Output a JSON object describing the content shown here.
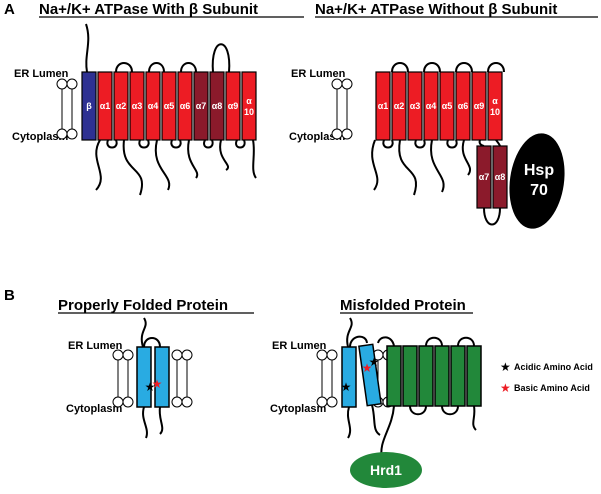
{
  "panel_a": {
    "letter": "A",
    "left_title": "Na+/K+ ATPase With β Subunit",
    "right_title": "Na+/K+ ATPase Without β Subunit",
    "er_lumen": "ER Lumen",
    "cytoplasm": "Cytoplasm",
    "left_segments": [
      "β",
      "α1",
      "α2",
      "α3",
      "α4",
      "α5",
      "α6",
      "α7",
      "α8",
      "α9",
      "α"
    ],
    "alpha10_suffix": "10",
    "right_segments": [
      "α1",
      "α2",
      "α3",
      "α4",
      "α5",
      "α6",
      "α9",
      "α"
    ],
    "right_cyto_segments": [
      "α7",
      "α8"
    ],
    "hsp_line1": "Hsp",
    "hsp_line2": "70",
    "colors": {
      "beta": "#2e3192",
      "alpha": "#ed1c24",
      "alpha_dark": "#8b1a2b"
    }
  },
  "panel_b": {
    "letter": "B",
    "left_title": "Properly Folded Protein",
    "right_title": "Misfolded Protein",
    "er_lumen": "ER Lumen",
    "cytoplasm": "Cytoplasm",
    "hrd1": "Hrd1",
    "legend": [
      {
        "symbol": "★",
        "label": "Acidic Amino Acid",
        "color": "#000000"
      },
      {
        "symbol": "★",
        "label": "Basic Amino Acid",
        "color": "#ed1c24"
      }
    ],
    "colors": {
      "blue": "#29abe2",
      "green": "#22883a"
    }
  }
}
